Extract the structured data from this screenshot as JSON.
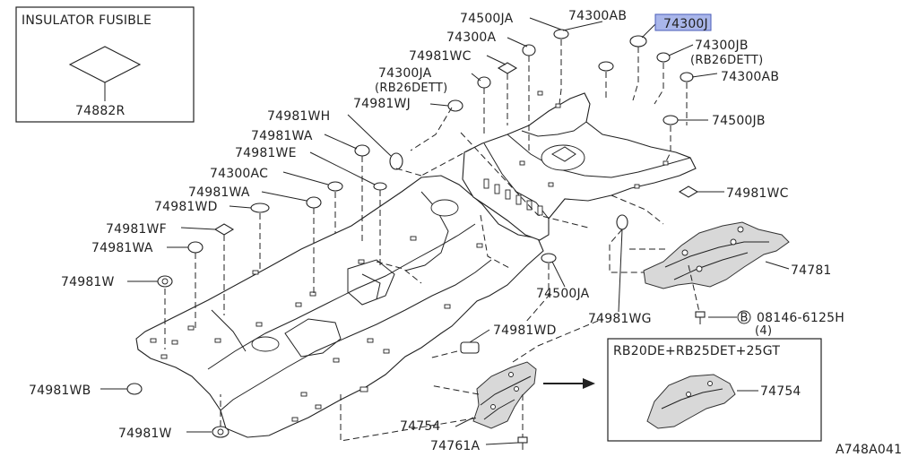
{
  "diagram_code": "A748A041",
  "inset_top_left": {
    "title": "INSULATOR FUSIBLE",
    "part": "74882R"
  },
  "inset_bottom_right": {
    "title": "RB20DE+RB25DET+25GT",
    "part": "74754"
  },
  "bolt_circle_letter": "B",
  "highlighted_part": "74300J",
  "labels": {
    "p74500JA_top": "74500JA",
    "p74300AB_top": "74300AB",
    "p74300J": "74300J",
    "p74300A": "74300A",
    "p74300JB": "74300JB",
    "p74300JB_note": "(RB26DETT)",
    "p74981WC_top": "74981WC",
    "p74300AB_mid": "74300AB",
    "p74300JA": "74300JA",
    "p74300JA_note": "(RB26DETT)",
    "p74981WJ": "74981WJ",
    "p74981WH": "74981WH",
    "p74500JB": "74500JB",
    "p74981WA_1": "74981WA",
    "p74981WE": "74981WE",
    "p74300AC": "74300AC",
    "p74981WC_right": "74981WC",
    "p74981WA_2": "74981WA",
    "p74981WD_left": "74981WD",
    "p74981WF": "74981WF",
    "p74981WA_3": "74981WA",
    "p74781": "74781",
    "p74981W_1": "74981W",
    "p74500JA_mid": "74500JA",
    "p74981WG": "74981WG",
    "p08146": "08146-6125H",
    "p08146_qty": "(4)",
    "p74981WD_mid": "74981WD",
    "p74981WB": "74981WB",
    "p74754": "74754",
    "p74981W_2": "74981W",
    "p74761A": "74761A"
  }
}
